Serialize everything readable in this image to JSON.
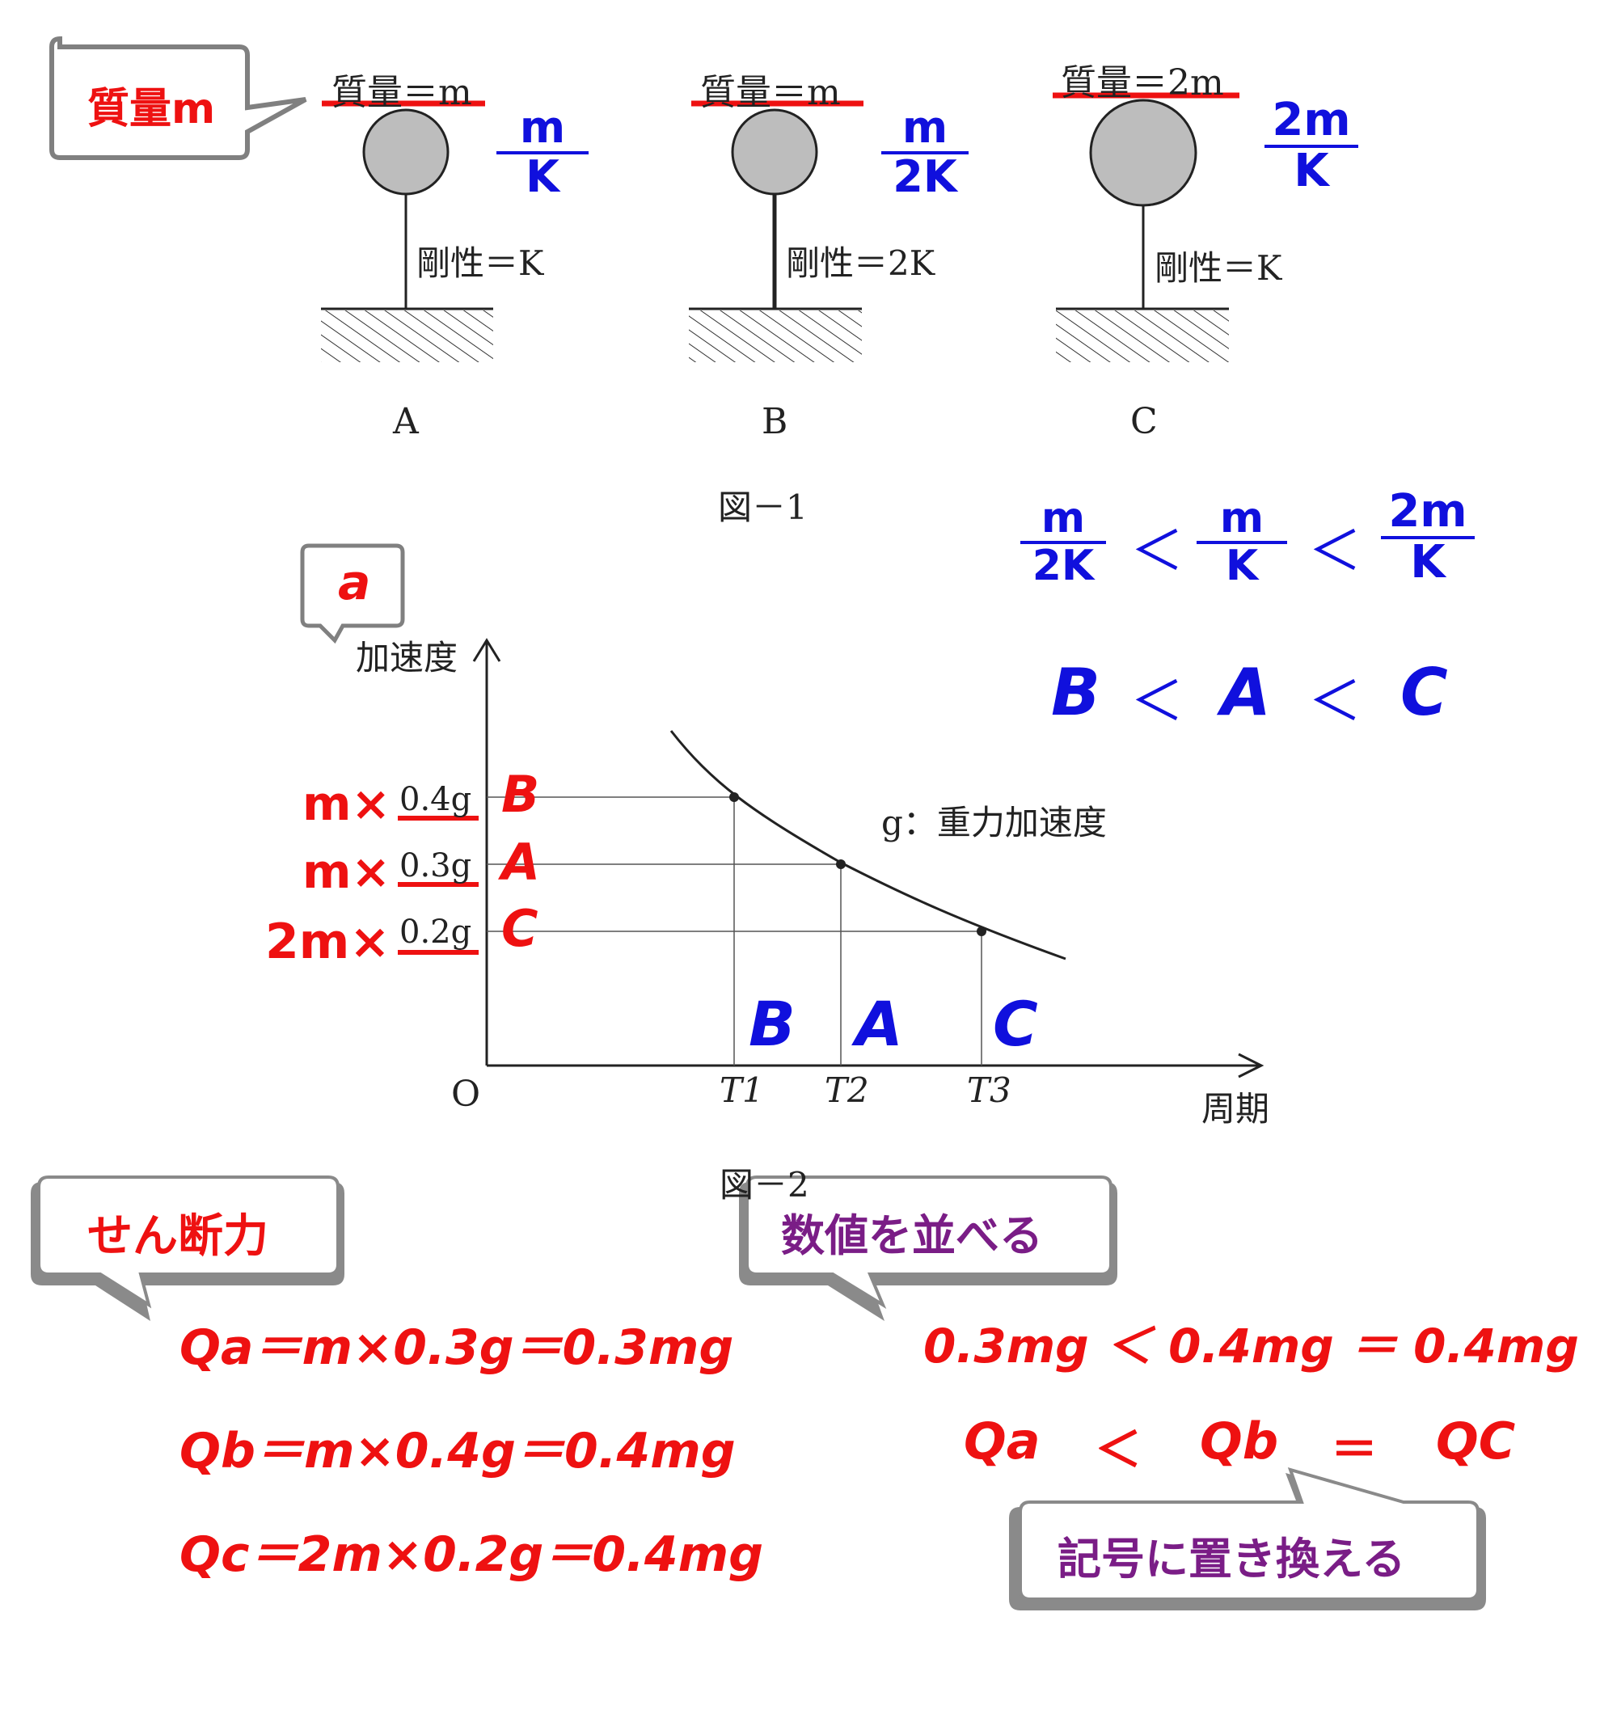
{
  "figure1": {
    "models": [
      {
        "label": "A",
        "mass_label": "質量＝m",
        "stiffness_label": "剛性＝K",
        "ratio_num": "m",
        "ratio_den": "K"
      },
      {
        "label": "B",
        "mass_label": "質量＝m",
        "stiffness_label": "剛性＝2K",
        "ratio_num": "m",
        "ratio_den": "2K"
      },
      {
        "label": "C",
        "mass_label": "質量＝2m",
        "stiffness_label": "剛性＝K",
        "ratio_num": "2m",
        "ratio_den": "K"
      }
    ],
    "caption": "図－1",
    "callout": "質量m"
  },
  "comparison": {
    "fractions": [
      {
        "num": "m",
        "den": "2K"
      },
      {
        "num": "m",
        "den": "K"
      },
      {
        "num": "2m",
        "den": "K"
      }
    ],
    "lt": "＜",
    "order": [
      "B",
      "A",
      "C"
    ]
  },
  "figure2": {
    "callout": "a",
    "y_axis_label": "加速度",
    "x_axis_label": "周期",
    "origin": "O",
    "g_note": "g：重力加速度",
    "caption_partial": "図－2",
    "chart_data": {
      "type": "line",
      "title": "",
      "xlabel": "周期",
      "ylabel": "加速度",
      "x_ticks": [
        "T1",
        "T2",
        "T3"
      ],
      "y_ticks": [
        "0.4g",
        "0.3g",
        "0.2g"
      ],
      "points": [
        {
          "x": "T1",
          "y": 0.4,
          "model": "B"
        },
        {
          "x": "T2",
          "y": 0.3,
          "model": "A"
        },
        {
          "x": "T3",
          "y": 0.2,
          "model": "C"
        }
      ]
    },
    "y_annotations": [
      {
        "prefix": "m×",
        "value": "0.4g",
        "model": "B"
      },
      {
        "prefix": "m×",
        "value": "0.3g",
        "model": "A"
      },
      {
        "prefix": "2m×",
        "value": "0.2g",
        "model": "C"
      }
    ],
    "x_annotations": [
      "B",
      "A",
      "C"
    ]
  },
  "shear": {
    "callout": "せん断力",
    "lines": [
      "Qa＝m×0.3g＝0.3mg",
      "Qb＝m×0.4g＝0.4mg",
      "Qc＝2m×0.2g＝0.4mg"
    ]
  },
  "ordering": {
    "callout_top": "数値を並べる",
    "values_line": "0.3mg ＜ 0.4mg ＝ 0.4mg",
    "symbols": [
      "Qa",
      "＜",
      "Qb",
      "＝",
      "QC"
    ],
    "callout_bottom": "記号に置き換える"
  },
  "colors": {
    "red": "#ee1111",
    "blue": "#1010dd",
    "purple": "#7a1d86"
  }
}
